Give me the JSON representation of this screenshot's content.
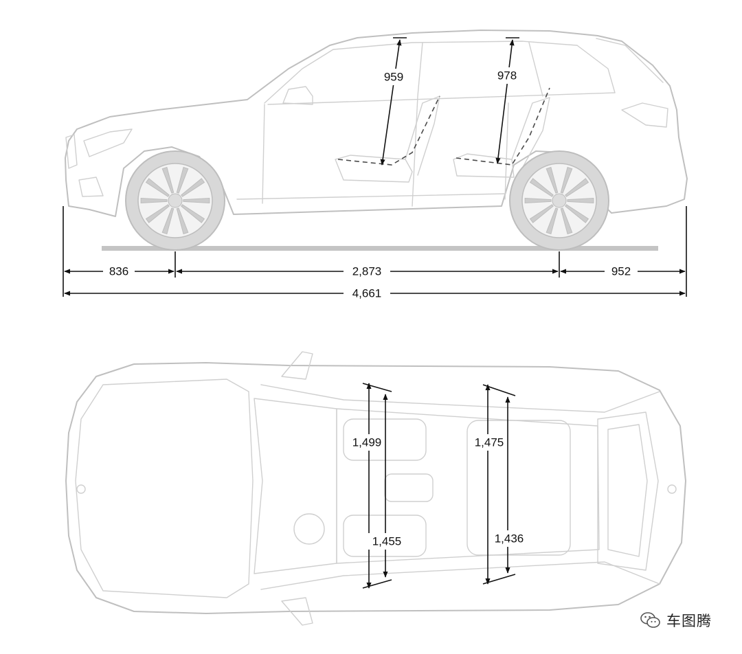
{
  "side_view": {
    "headroom_front": "959",
    "headroom_rear": "978",
    "front_overhang": "836",
    "wheelbase": "2,873",
    "rear_overhang": "952",
    "overall_length": "4,661"
  },
  "top_view": {
    "shoulder_room_front": "1,499",
    "elbow_room_front": "1,455",
    "shoulder_room_rear": "1,475",
    "elbow_room_rear": "1,436"
  },
  "watermark": {
    "text": "车图腾",
    "icon": "wechat-icon"
  },
  "colors": {
    "vehicle_outline": "#bfbfbf",
    "dimension_lines": "#111111",
    "ground": "#c4c4c4"
  }
}
